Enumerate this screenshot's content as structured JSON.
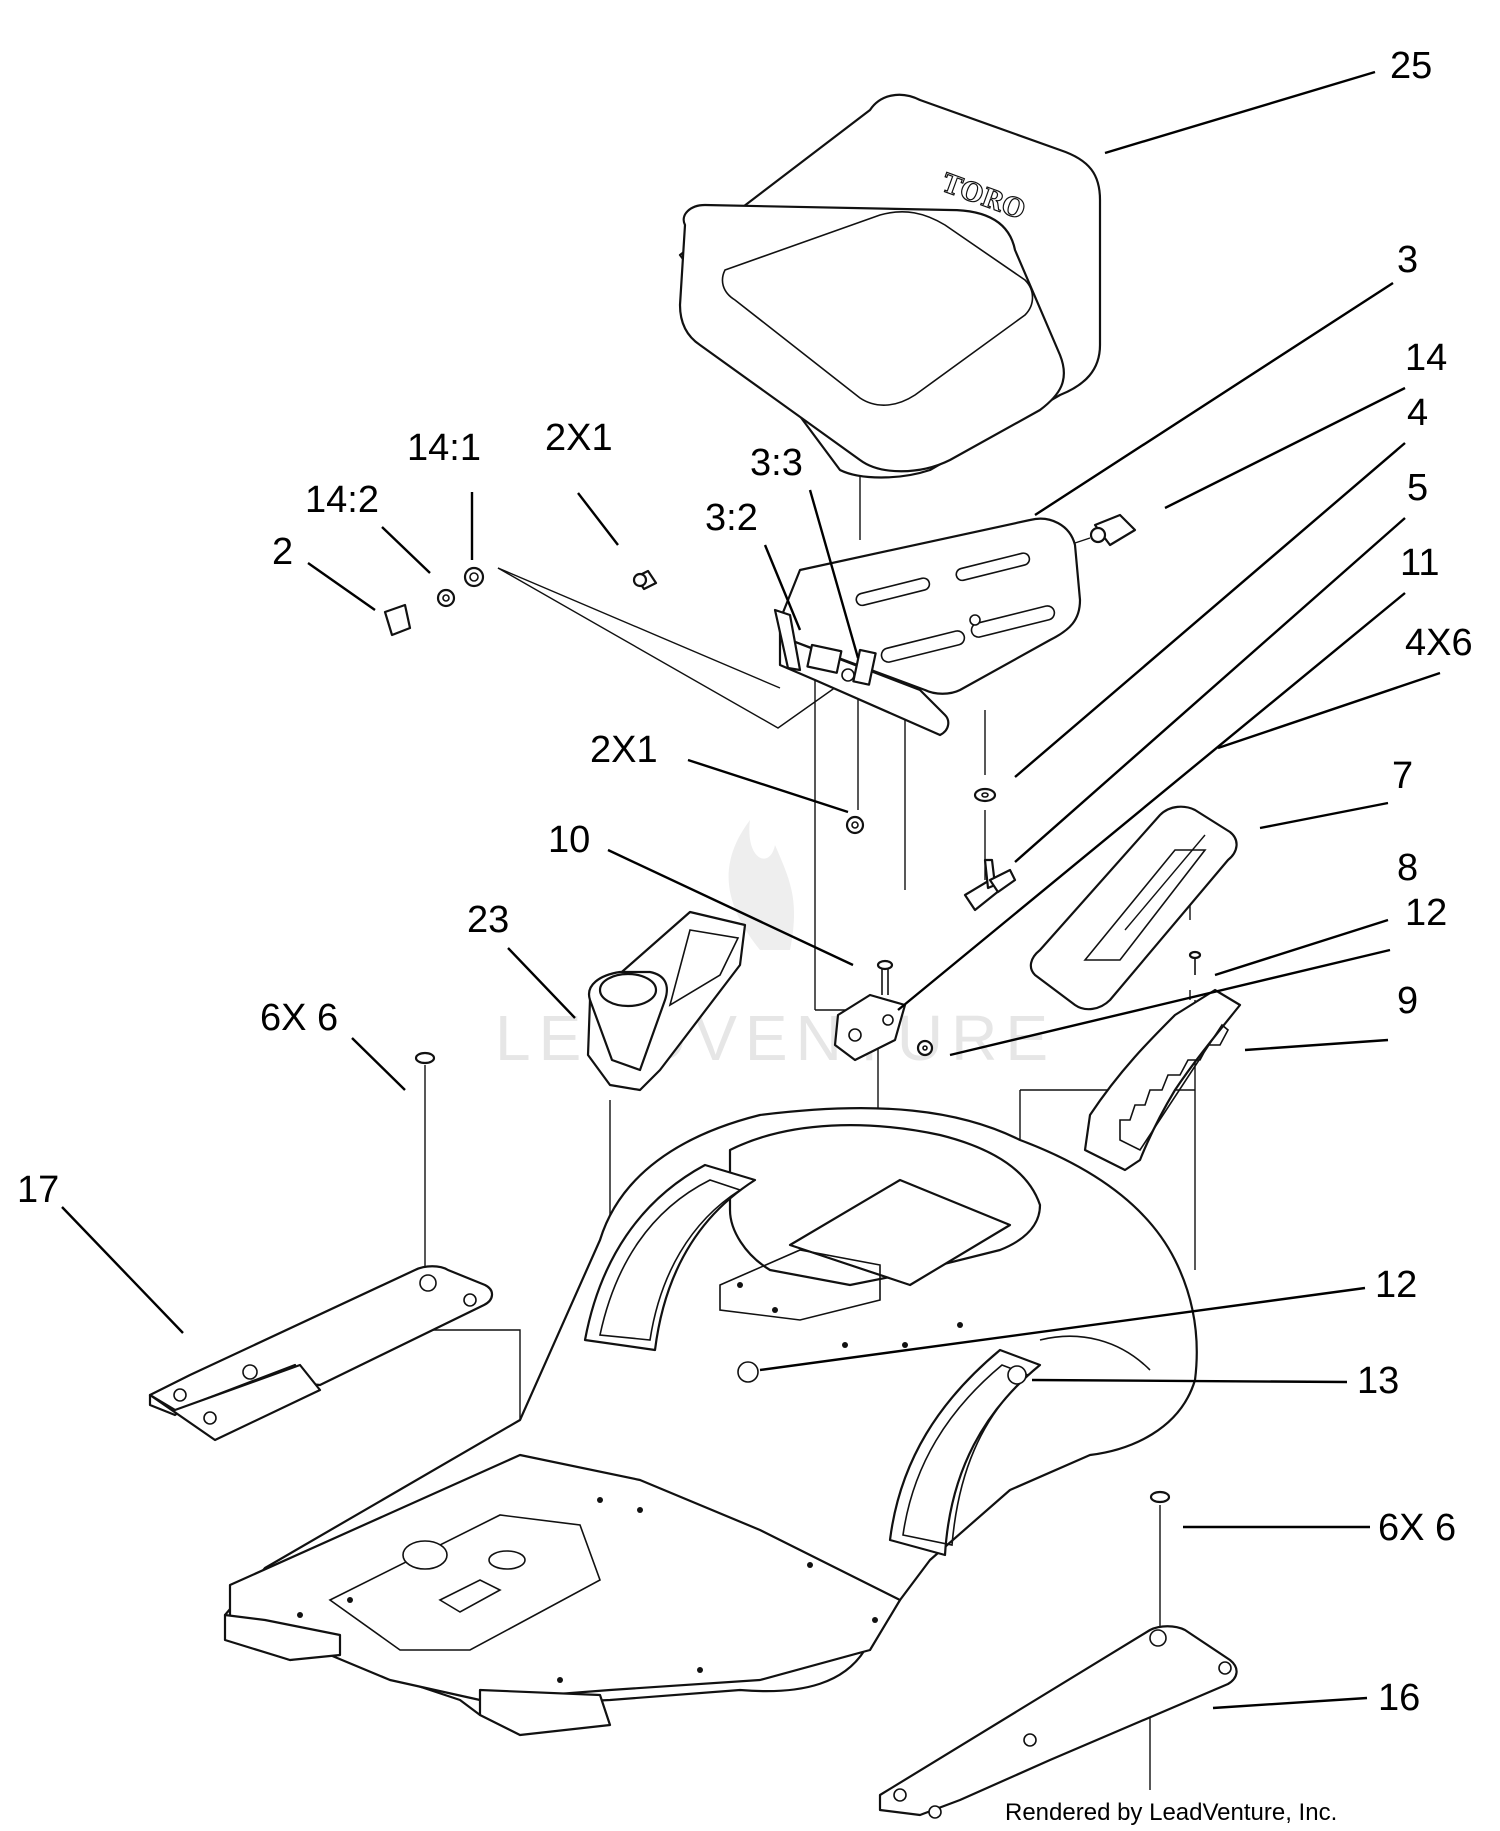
{
  "callouts": [
    {
      "id": "25",
      "label": "25"
    },
    {
      "id": "3",
      "label": "3"
    },
    {
      "id": "14",
      "label": "14"
    },
    {
      "id": "4",
      "label": "4"
    },
    {
      "id": "5",
      "label": "5"
    },
    {
      "id": "11",
      "label": "11"
    },
    {
      "id": "4x6",
      "label": "4X6"
    },
    {
      "id": "7",
      "label": "7"
    },
    {
      "id": "8",
      "label": "8"
    },
    {
      "id": "12a",
      "label": "12"
    },
    {
      "id": "9",
      "label": "9"
    },
    {
      "id": "14-1",
      "label": "14:1"
    },
    {
      "id": "2x1a",
      "label": "2X1"
    },
    {
      "id": "3-3",
      "label": "3:3"
    },
    {
      "id": "14-2",
      "label": "14:2"
    },
    {
      "id": "3-2",
      "label": "3:2"
    },
    {
      "id": "2",
      "label": "2"
    },
    {
      "id": "2x1b",
      "label": "2X1"
    },
    {
      "id": "10",
      "label": "10"
    },
    {
      "id": "23",
      "label": "23"
    },
    {
      "id": "6x6a",
      "label": "6X 6"
    },
    {
      "id": "17",
      "label": "17"
    },
    {
      "id": "12b",
      "label": "12"
    },
    {
      "id": "13",
      "label": "13"
    },
    {
      "id": "6x6b",
      "label": "6X 6"
    },
    {
      "id": "16",
      "label": "16"
    }
  ],
  "seat_logo": "TORO",
  "watermark": "LEADVENTURE",
  "credit": "Rendered by LeadVenture, Inc."
}
